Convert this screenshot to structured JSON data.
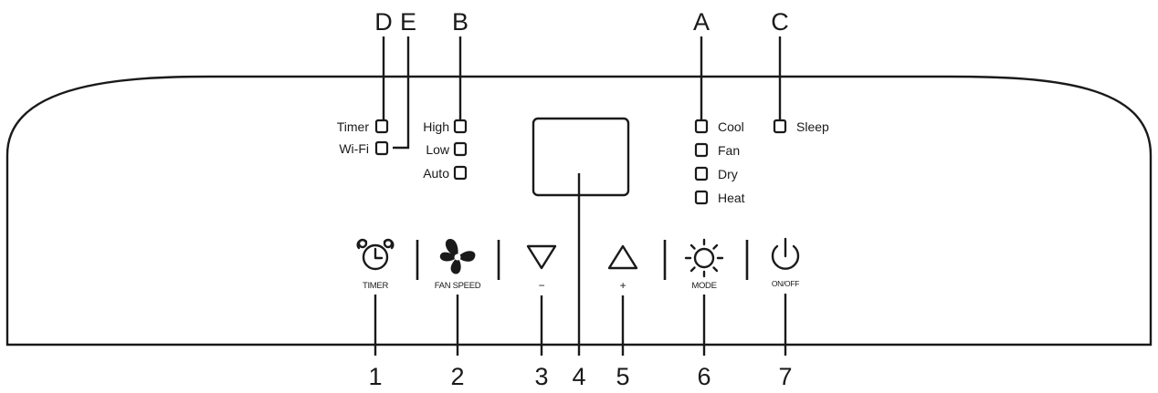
{
  "panel": {
    "left_indicators": {
      "timer": "Timer",
      "wifi": "Wi-Fi",
      "high": "High",
      "low": "Low",
      "auto": "Auto"
    },
    "mode_indicators": {
      "cool": "Cool",
      "fan": "Fan",
      "dry": "Dry",
      "heat": "Heat",
      "sleep": "Sleep"
    },
    "buttons": {
      "timer": {
        "label": "TIMER",
        "icon": "alarm-clock-icon"
      },
      "fan_speed": {
        "label": "FAN SPEED",
        "icon": "fan-icon"
      },
      "down": {
        "label": "−",
        "icon": "triangle-down-icon"
      },
      "up": {
        "label": "+",
        "icon": "triangle-up-icon"
      },
      "mode": {
        "label": "MODE",
        "icon": "sun-mode-icon"
      },
      "power": {
        "label": "ON/OFF",
        "icon": "power-icon"
      }
    }
  },
  "callouts": {
    "letters": {
      "d": "D",
      "e": "E",
      "b": "B",
      "a": "A",
      "c": "C"
    },
    "numbers": {
      "n1": "1",
      "n2": "2",
      "n3": "3",
      "n4": "4",
      "n5": "5",
      "n6": "6",
      "n7": "7"
    }
  }
}
